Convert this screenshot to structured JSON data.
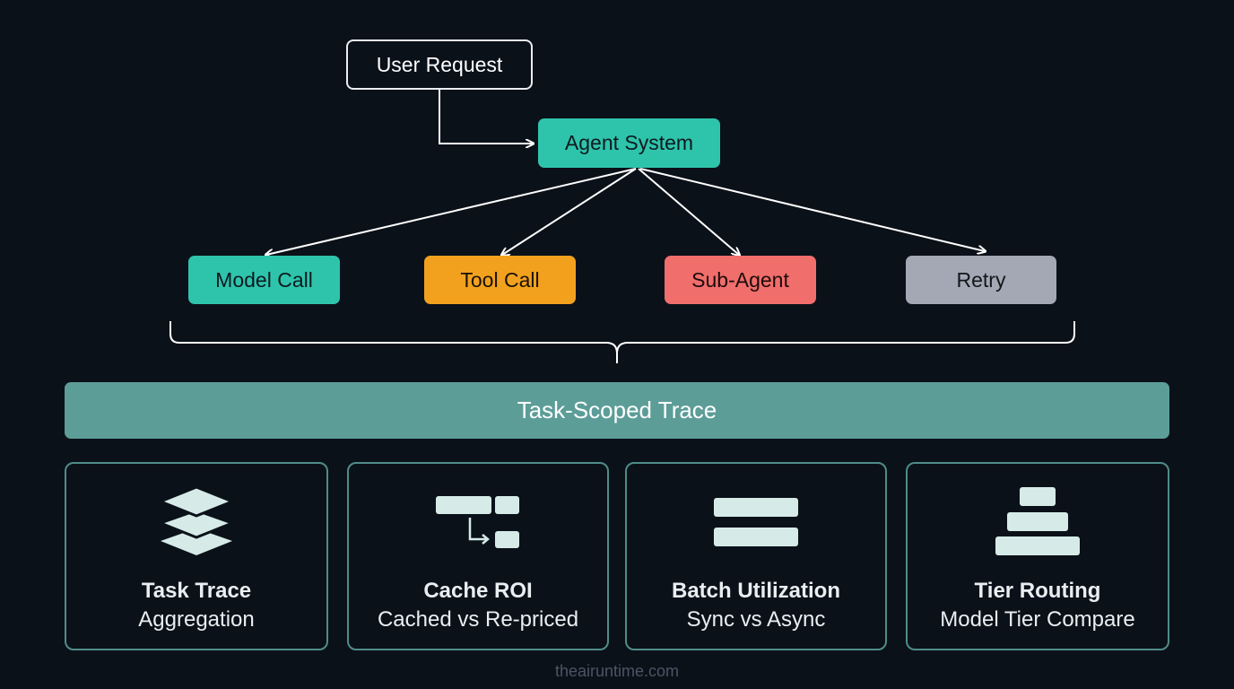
{
  "diagram": {
    "nodes": {
      "user_request": "User Request",
      "agent_system": "Agent System",
      "model_call": "Model Call",
      "tool_call": "Tool Call",
      "sub_agent": "Sub-Agent",
      "retry": "Retry"
    },
    "trace_bar": "Task-Scoped Trace",
    "cards": [
      {
        "title": "Task Trace",
        "subtitle": "Aggregation",
        "icon": "stacked-layers-icon"
      },
      {
        "title": "Cache ROI",
        "subtitle": "Cached vs Re-priced",
        "icon": "cache-flow-icon"
      },
      {
        "title": "Batch Utilization",
        "subtitle": "Sync vs Async",
        "icon": "batch-bars-icon"
      },
      {
        "title": "Tier Routing",
        "subtitle": "Model Tier Compare",
        "icon": "tier-pyramid-icon"
      }
    ]
  },
  "footer": "theairuntime.com",
  "colors": {
    "background": "#0b1119",
    "teal": "#2ec4ac",
    "orange": "#f2a11f",
    "coral": "#f06e6b",
    "gray": "#a4a8b4",
    "trace_bar": "#5c9d98",
    "card_border": "#4f8c89",
    "icon_fill": "#d6ebe8"
  }
}
